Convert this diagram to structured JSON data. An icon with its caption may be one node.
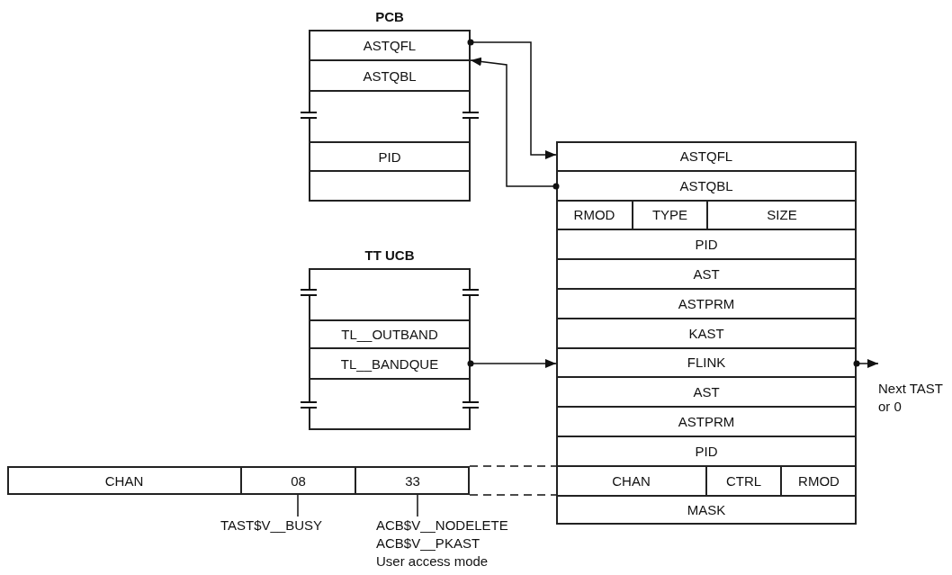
{
  "diagram": {
    "nodes": [
      {
        "text": [
          "PCB"
        ]
      },
      {
        "text": [
          "ASTQFL"
        ],
        "in": 0
      },
      {
        "text": [
          "ASTQBL"
        ],
        "in": 0
      },
      {
        "text": [],
        "shape": "box",
        "in": 0
      },
      {
        "text": [
          "PID"
        ],
        "in": 0
      },
      {
        "text": [],
        "shape": "box",
        "in": 0
      },
      {
        "text": [
          "TT UCB"
        ]
      },
      {
        "text": [],
        "shape": "box",
        "in": 6
      },
      {
        "text": [
          "TL__OUTBAND"
        ],
        "in": 6
      },
      {
        "text": [
          "TL__BANDQUE"
        ],
        "in": 6
      },
      {
        "text": [],
        "shape": "box",
        "in": 6
      },
      {
        "text": [],
        "shape": "box"
      },
      {
        "text": [
          "ASTQFL"
        ],
        "in": 11
      },
      {
        "text": [
          "ASTQBL"
        ],
        "in": 11
      },
      {
        "text": [
          "RMOD"
        ],
        "in": 11
      },
      {
        "text": [
          "TYPE"
        ],
        "in": 11
      },
      {
        "text": [
          "SIZE"
        ],
        "in": 11
      },
      {
        "text": [
          "PID"
        ],
        "in": 11
      },
      {
        "text": [
          "AST"
        ],
        "in": 11
      },
      {
        "text": [
          "ASTPRM"
        ],
        "in": 11
      },
      {
        "text": [
          "KAST"
        ],
        "in": 11
      },
      {
        "text": [
          "FLINK"
        ],
        "in": 11
      },
      {
        "text": [
          "AST"
        ],
        "in": 11
      },
      {
        "text": [
          "ASTPRM"
        ],
        "in": 11
      },
      {
        "text": [
          "PID"
        ],
        "in": 11
      },
      {
        "text": [
          "CHAN"
        ],
        "in": 11
      },
      {
        "text": [
          "CTRL"
        ],
        "in": 11
      },
      {
        "text": [
          "RMOD"
        ],
        "in": 11
      },
      {
        "text": [
          "MASK"
        ],
        "in": 11
      },
      {
        "text": [],
        "shape": "box"
      },
      {
        "text": [
          "CHAN"
        ],
        "in": 29
      },
      {
        "text": [
          "08"
        ],
        "in": 29
      },
      {
        "text": [
          "33"
        ],
        "in": 29
      },
      {
        "text": [
          "Next TAST or 0"
        ]
      },
      {
        "text": [
          "TAST$V__BUSY"
        ]
      },
      {
        "text": [
          "ACB$V__NODELETE",
          "ACB$V__PKAST",
          "User access mode"
        ]
      }
    ],
    "edges": [
      {
        "from": 1,
        "to": 12,
        "arrow": "to"
      },
      {
        "from": 13,
        "to": 1,
        "arrow": "to"
      },
      {
        "from": 9,
        "to": 21,
        "arrow": "to"
      },
      {
        "from": 21,
        "to": 33,
        "arrow": "to"
      },
      {
        "from": 34,
        "to": 31,
        "arrow": "none"
      },
      {
        "from": 35,
        "to": 32,
        "arrow": "none"
      },
      {
        "from": 29,
        "to": 25,
        "arrow": "none",
        "style": "dashed"
      },
      {
        "from": 29,
        "to": 25,
        "arrow": "none",
        "style": "dashed"
      }
    ]
  }
}
